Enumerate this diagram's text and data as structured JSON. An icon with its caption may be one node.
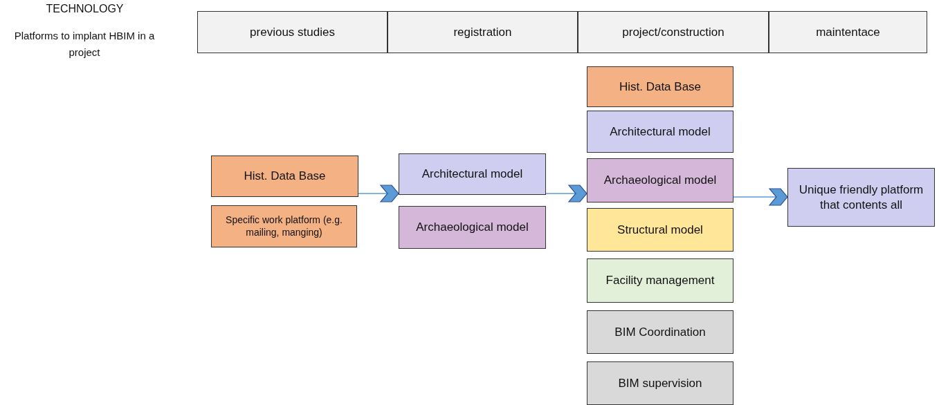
{
  "diagram": {
    "nodes": [
      {
        "text": [
          "previous studies"
        ]
      },
      {
        "text": [
          "registration"
        ]
      },
      {
        "text": [
          "project/construction"
        ]
      },
      {
        "text": [
          "maintentace"
        ]
      },
      {
        "text": [
          "Hist. Data Base"
        ]
      },
      {
        "text": [
          "Specific work platform (e.g. mailing, manging)"
        ]
      },
      {
        "text": [
          "Architectural model"
        ]
      },
      {
        "text": [
          "Archaeological model"
        ]
      },
      {
        "text": [
          "Hist. Data Base"
        ]
      },
      {
        "text": [
          "Architectural model"
        ]
      },
      {
        "text": [
          "Archaeological model"
        ]
      },
      {
        "text": [
          "Structural model"
        ]
      },
      {
        "text": [
          "Facility management"
        ]
      },
      {
        "text": [
          "BIM Coordination"
        ]
      },
      {
        "text": [
          "BIM supervision"
        ]
      },
      {
        "text": [
          "Unique friendly platform that contents all"
        ]
      }
    ],
    "edges": [
      {
        "from": 4,
        "to": 6,
        "arrow": "to"
      },
      {
        "from": 6,
        "to": 10,
        "arrow": "to"
      },
      {
        "from": 10,
        "to": 15,
        "arrow": "to"
      }
    ],
    "labels": [
      "TECHNOLOGY",
      "Platforms to implant HBIM in a project"
    ]
  }
}
